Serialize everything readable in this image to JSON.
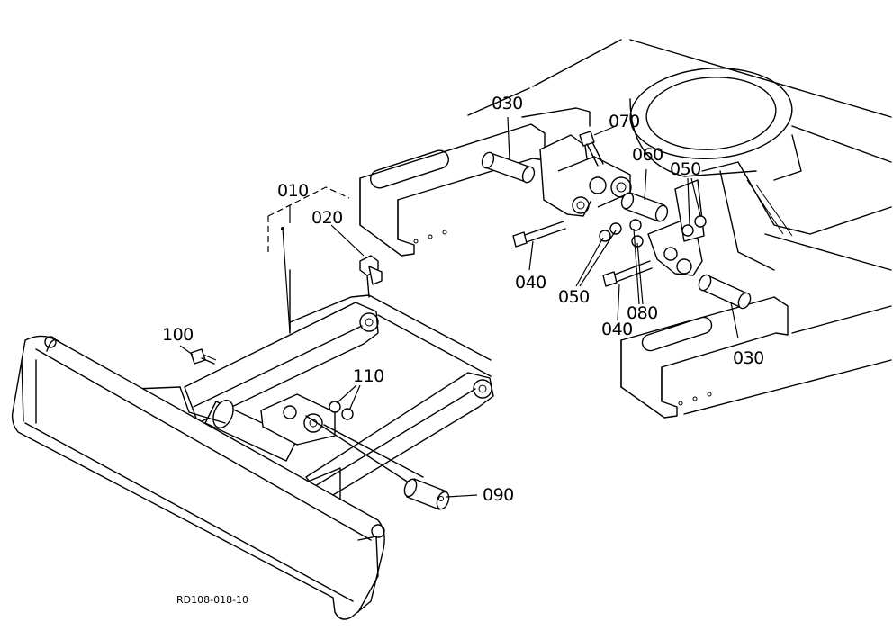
{
  "diagram": {
    "drawing_code": "RD108-018-10",
    "callouts": [
      {
        "id": "010",
        "text": "010"
      },
      {
        "id": "020",
        "text": "020"
      },
      {
        "id": "030a",
        "text": "030"
      },
      {
        "id": "030b",
        "text": "030"
      },
      {
        "id": "040a",
        "text": "040"
      },
      {
        "id": "040b",
        "text": "040"
      },
      {
        "id": "050a",
        "text": "050"
      },
      {
        "id": "050b",
        "text": "050"
      },
      {
        "id": "060",
        "text": "060"
      },
      {
        "id": "070",
        "text": "070"
      },
      {
        "id": "080",
        "text": "080"
      },
      {
        "id": "090",
        "text": "090"
      },
      {
        "id": "100",
        "text": "100"
      },
      {
        "id": "110",
        "text": "110"
      }
    ]
  }
}
